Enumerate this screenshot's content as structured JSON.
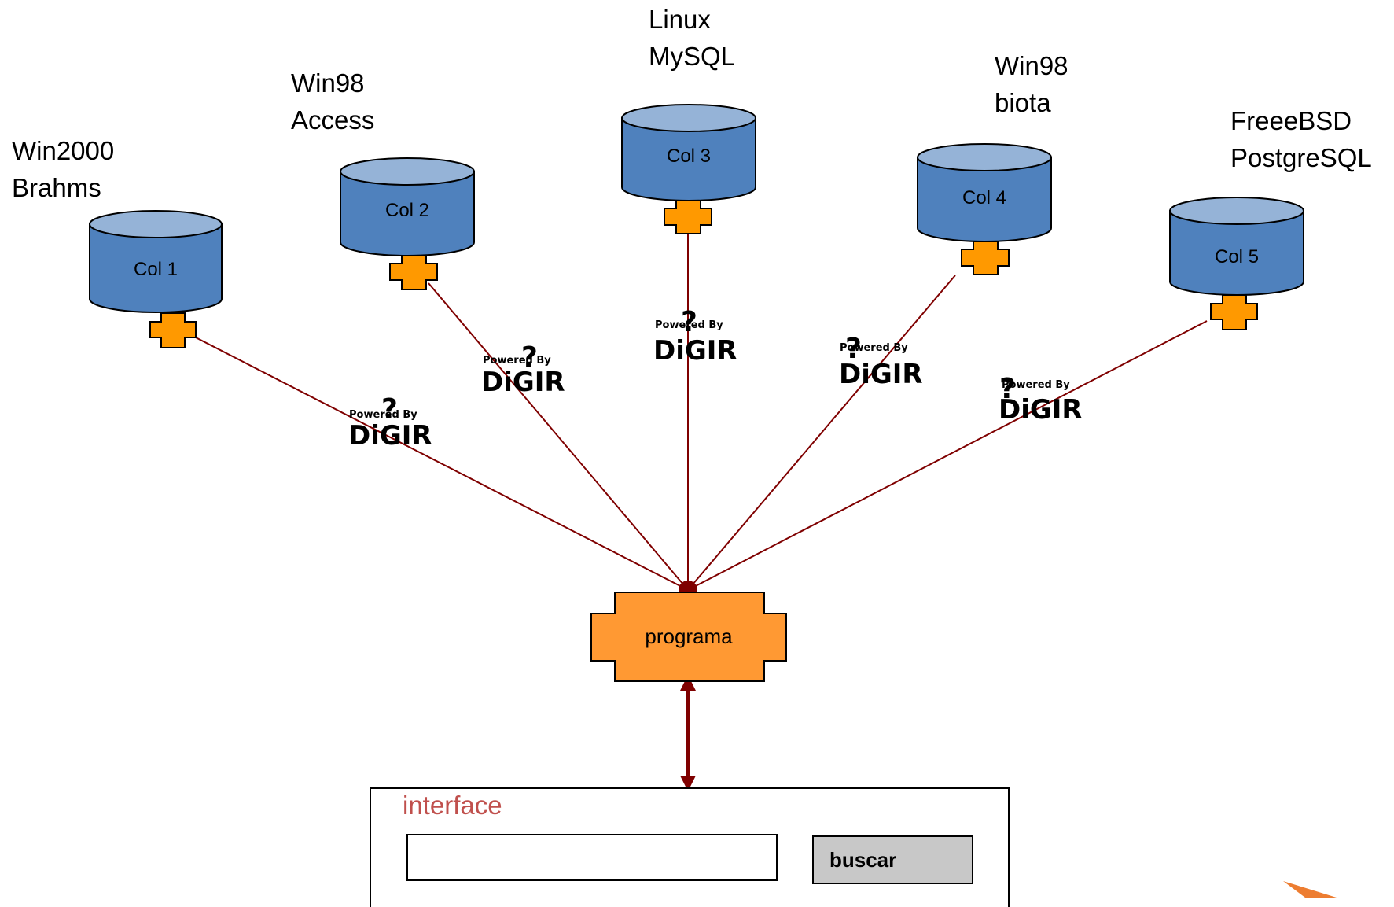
{
  "servers": [
    {
      "col": "Col 1",
      "os": "Win2000",
      "db": "Brahms"
    },
    {
      "col": "Col 2",
      "os": "Win98",
      "db": "Access"
    },
    {
      "col": "Col 3",
      "os": "Linux",
      "db": "MySQL"
    },
    {
      "col": "Col 4",
      "os": "Win98",
      "db": "biota"
    },
    {
      "col": "Col 5",
      "os": "FreeeBSD",
      "db": "PostgreSQL"
    }
  ],
  "badge": {
    "powered": "Powered By",
    "name": "DiGIR"
  },
  "program": {
    "label": "programa"
  },
  "interface": {
    "title": "interface",
    "search_value": "",
    "button_label": "buscar"
  },
  "colors": {
    "cylinder_fill": "#4f81bd",
    "cylinder_top": "#95b3d7",
    "cylinder_stroke": "#000000",
    "connector_fill": "#ff9900",
    "program_fill": "#ff9933",
    "line": "#7f0000",
    "interface_title": "#c0504d",
    "button_fill": "#c8c8c8",
    "corner_accent": "#ed7d31"
  }
}
